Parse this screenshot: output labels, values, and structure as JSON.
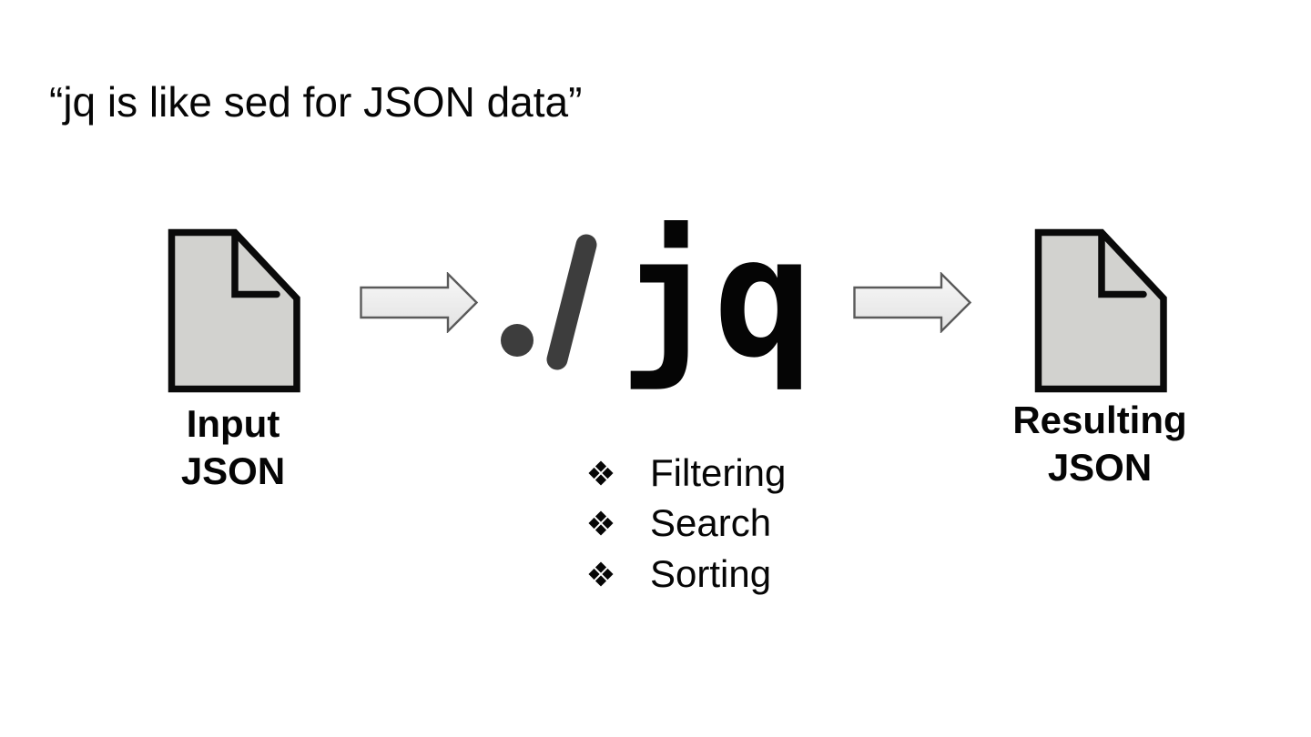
{
  "title": "“jq is like sed for JSON data”",
  "flow": {
    "input": {
      "label_line1": "Input",
      "label_line2": "JSON"
    },
    "tool": {
      "command": "./jq",
      "prefix": "./",
      "name": "jq"
    },
    "output": {
      "label_line1": "Resulting",
      "label_line2": "JSON"
    },
    "features": [
      "Filtering",
      "Search",
      "Sorting"
    ]
  },
  "icons": {
    "input": "document-icon",
    "output": "document-icon",
    "connector": "arrow-right-icon",
    "bullet": "diamond-bullet-icon"
  },
  "colors": {
    "background": "#ffffff",
    "text": "#060606",
    "document_fill": "#d2d2cf",
    "document_stroke": "#0a0a0a",
    "command_prefix": "#3d3d3d",
    "command_text": "#050505",
    "arrow_stroke": "#5a5a5a"
  }
}
